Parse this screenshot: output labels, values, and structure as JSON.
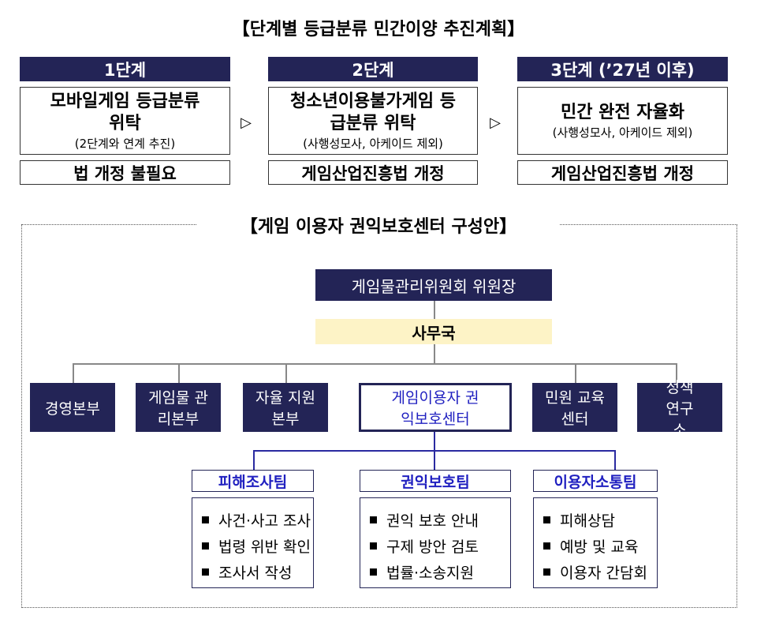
{
  "plan": {
    "title": "【단계별 등급분류 민간이양 추진계획】",
    "stages": [
      {
        "header": "1단계",
        "main": "모바일게임 등급분류 위탁",
        "note": "(2단계와 연계 추진)",
        "law": "법 개정 불필요"
      },
      {
        "header": "2단계",
        "main": "청소년이용불가게임 등급분류 위탁",
        "note": "(사행성모사, 아케이드 제외)",
        "law": "게임산업진흥법 개정"
      },
      {
        "header": "3단계 (’27년 이후)",
        "main": "민간 완전 자율화",
        "note": "(사행성모사, 아케이드 제외)",
        "law": "게임산업진흥법 개정"
      }
    ],
    "arrow": "▷"
  },
  "org": {
    "title": "【게임 이용자 권익보호센터 구성안】",
    "chair": "게임물관리위원회 위원장",
    "secretariat": "사무국",
    "divisions": [
      "경영본부",
      "게임물 관리본부",
      "자율 지원본부",
      "게임이용자 권익보호센터",
      "민원 교육센터",
      "정책 연구소"
    ],
    "teams": [
      {
        "name": "피해조사팀",
        "items": [
          "사건·사고 조사",
          "법령 위반 확인",
          "조사서 작성"
        ]
      },
      {
        "name": "권익보호팀",
        "items": [
          "권익 보호 안내",
          "구제 방안 검토",
          "법률·소송지원"
        ]
      },
      {
        "name": "이용자소통팀",
        "items": [
          "피해상담",
          "예방 및 교육",
          "이용자 간담회"
        ]
      }
    ]
  },
  "colors": {
    "navy": "#232456",
    "cream": "#fdf3c6",
    "blue": "#2020c0"
  }
}
